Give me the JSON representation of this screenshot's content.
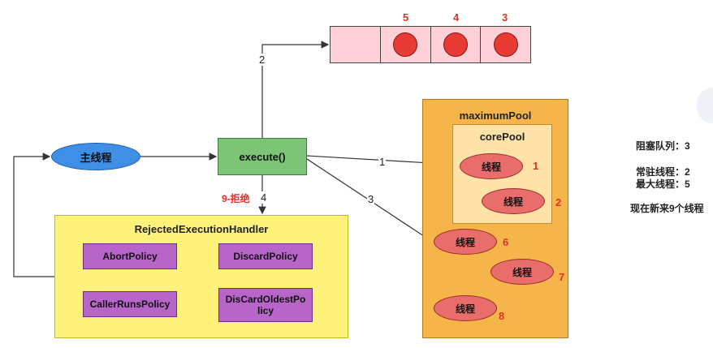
{
  "queue": {
    "labels": [
      "5",
      "4",
      "3"
    ]
  },
  "main_thread": "主线程",
  "execute": "execute()",
  "arrows": {
    "a1": "1",
    "a2": "2",
    "a3": "3",
    "a4": "4",
    "reject": "9-拒绝"
  },
  "maximum_pool": {
    "title": "maximumPool",
    "core_pool": {
      "title": "corePool",
      "threads": [
        {
          "label": "线程",
          "num": "1"
        },
        {
          "label": "线程",
          "num": "2"
        }
      ]
    },
    "threads": [
      {
        "label": "线程",
        "num": "6"
      },
      {
        "label": "线程",
        "num": "7"
      },
      {
        "label": "线程",
        "num": "8"
      }
    ]
  },
  "handler": {
    "title": "RejectedExecutionHandler",
    "policies": [
      "AbortPolicy",
      "DiscardPolicy",
      "CallerRunsPolicy",
      "DisCardOldestPolicy"
    ]
  },
  "info": {
    "queue": "阻塞队列：3",
    "core": "常驻线程：2",
    "max": "最大线程：5",
    "incoming": "现在新来9个线程"
  },
  "colors": {
    "queue_bg": "#ffd0d8",
    "ball": "#e83b35",
    "main_thread": "#3f8fe6",
    "execute": "#7cc576",
    "maximum_pool": "#f6b54a",
    "core_pool": "#ffe2a8",
    "thread": "#e96d6a",
    "handler": "#fff27a",
    "policy": "#b765c9",
    "accent_number": "#e0302b"
  }
}
